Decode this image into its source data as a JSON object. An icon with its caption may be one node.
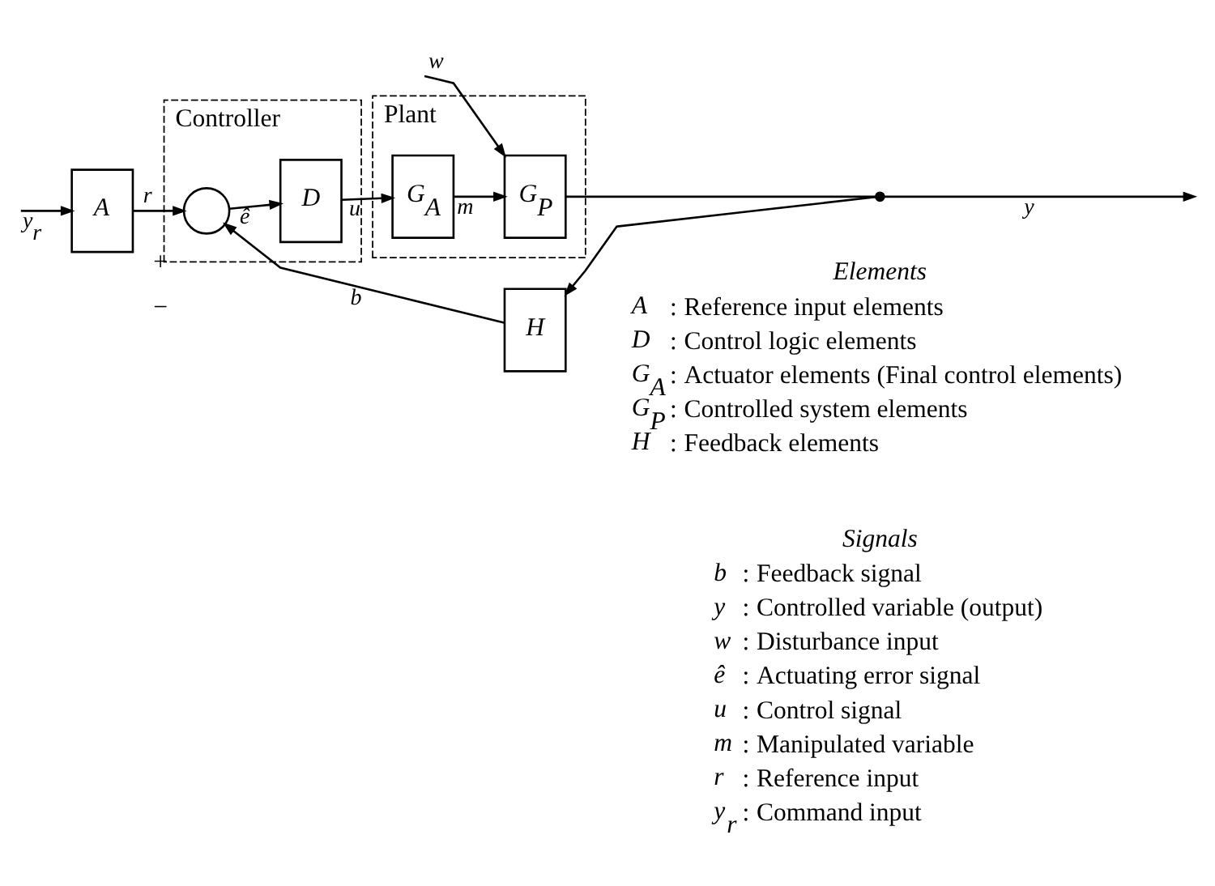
{
  "diagram": {
    "nodes": [
      {
        "text": [
          "Controller"
        ]
      },
      {
        "text": [],
        "shape": "circle",
        "in": 0,
        "beside": [
          "+",
          "−"
        ]
      },
      {
        "text": [
          "D"
        ],
        "in": 0
      },
      {
        "text": [
          "Plant"
        ]
      },
      {
        "text": [
          "G$_{A}$"
        ],
        "in": 3
      },
      {
        "text": [
          "G$_{P}$"
        ],
        "in": 3
      },
      {
        "text": [
          "A"
        ]
      },
      {
        "text": [
          "H"
        ]
      },
      {
        "text": [],
        "shape": "point"
      }
    ],
    "edges": [
      {
        "from": null,
        "to": 6,
        "arrow": "to",
        "label": "y$_{r}$"
      },
      {
        "from": 6,
        "to": 1,
        "arrow": "to",
        "label": "r"
      },
      {
        "from": 1,
        "to": 2,
        "arrow": "to",
        "label": "ê"
      },
      {
        "from": 2,
        "to": 4,
        "arrow": "to",
        "label": "u"
      },
      {
        "from": 4,
        "to": 5,
        "arrow": "to",
        "label": "m"
      },
      {
        "from": null,
        "to": 5,
        "arrow": "to",
        "label": "w"
      },
      {
        "from": 5,
        "to": 8,
        "arrow": "none"
      },
      {
        "from": 8,
        "to": null,
        "arrow": "to",
        "label": "y"
      },
      {
        "from": 8,
        "to": 7,
        "arrow": "to"
      },
      {
        "from": 7,
        "to": 1,
        "arrow": "to",
        "label": "b"
      }
    ],
    "labels": [
      "Elements",
      "A",
      ":",
      "Reference input elements",
      "D",
      ":",
      "Control logic elements",
      "G$_{A}$",
      ":",
      "Actuator elements (Final control elements)",
      "G$_{P}$",
      ":",
      "Controlled system elements",
      "H",
      ":",
      "Feedback elements",
      "Signals",
      "b",
      ":",
      "Feedback signal",
      "y",
      ":",
      "Controlled variable (output)",
      "w",
      ":",
      "Disturbance input",
      "ê",
      ":",
      "Actuating error signal",
      "u",
      ":",
      "Control signal",
      "m",
      ":",
      "Manipulated variable",
      "r",
      ":",
      "Reference input",
      "y$_{r}$",
      ":",
      "Command input"
    ]
  }
}
